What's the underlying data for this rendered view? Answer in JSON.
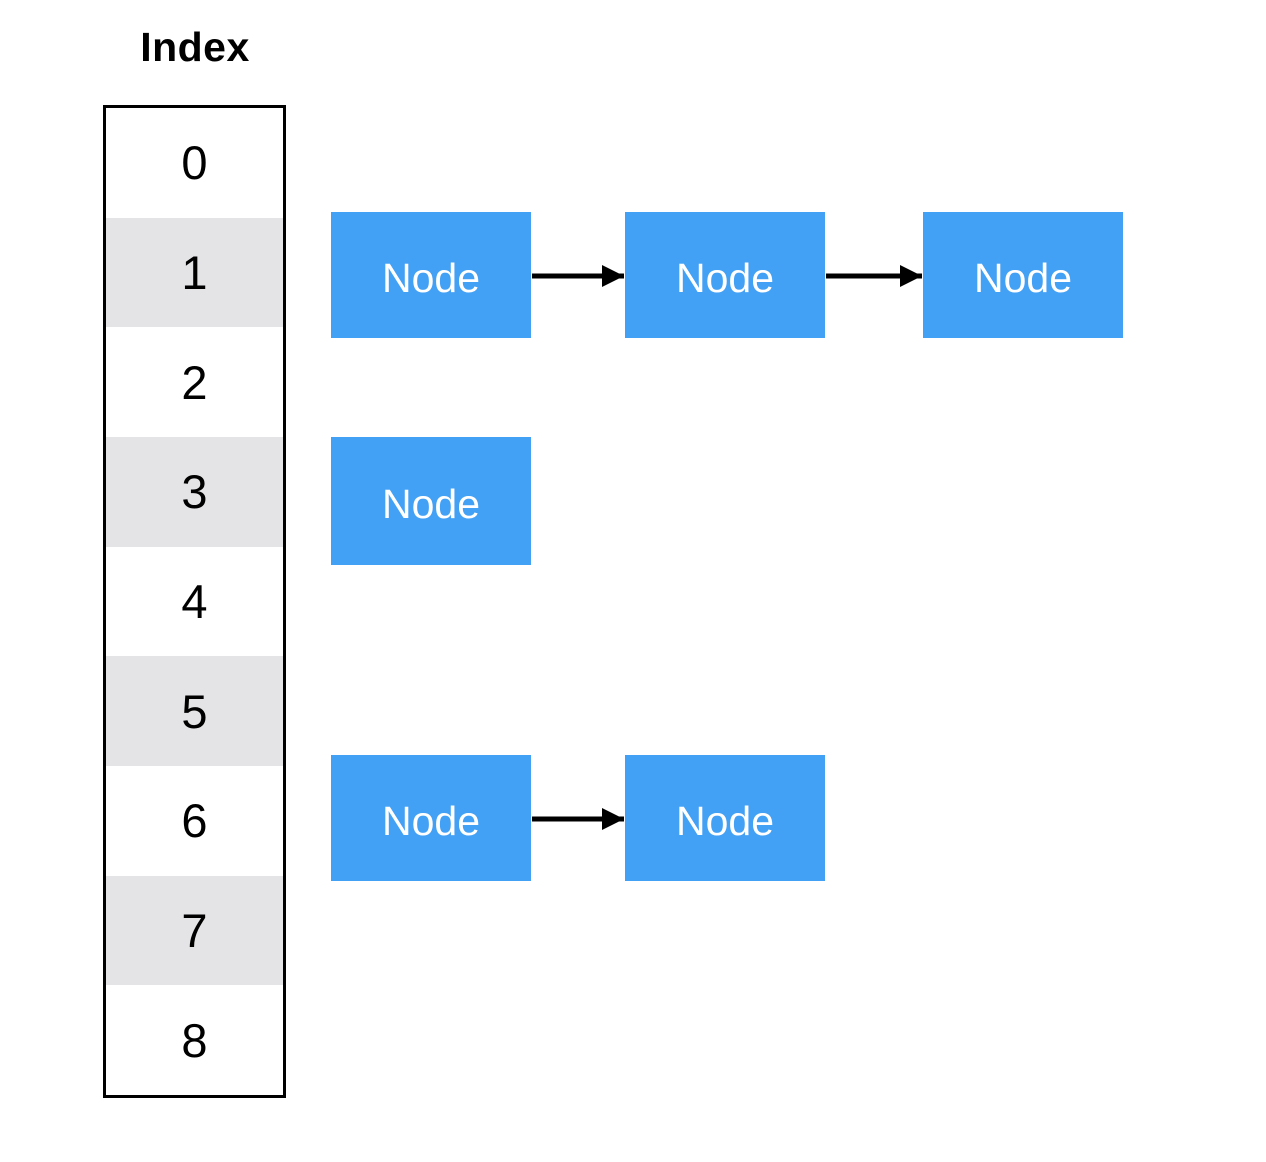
{
  "title": "Index",
  "colors": {
    "node_fill": "#42a0f5",
    "node_text": "#ffffff",
    "cell_fill": "#ffffff",
    "cell_alt_fill": "#e4e4e7",
    "border": "#000000",
    "arrow": "#000000",
    "background": "#ffffff"
  },
  "index_table": {
    "cells": [
      {
        "label": "0",
        "shaded": false
      },
      {
        "label": "1",
        "shaded": true
      },
      {
        "label": "2",
        "shaded": false
      },
      {
        "label": "3",
        "shaded": true
      },
      {
        "label": "4",
        "shaded": false
      },
      {
        "label": "5",
        "shaded": true
      },
      {
        "label": "6",
        "shaded": false
      },
      {
        "label": "7",
        "shaded": true
      },
      {
        "label": "8",
        "shaded": false
      }
    ]
  },
  "chains": [
    {
      "index": "1",
      "nodes": [
        "Node",
        "Node",
        "Node"
      ]
    },
    {
      "index": "3",
      "nodes": [
        "Node"
      ]
    },
    {
      "index": "6",
      "nodes": [
        "Node",
        "Node"
      ]
    }
  ]
}
